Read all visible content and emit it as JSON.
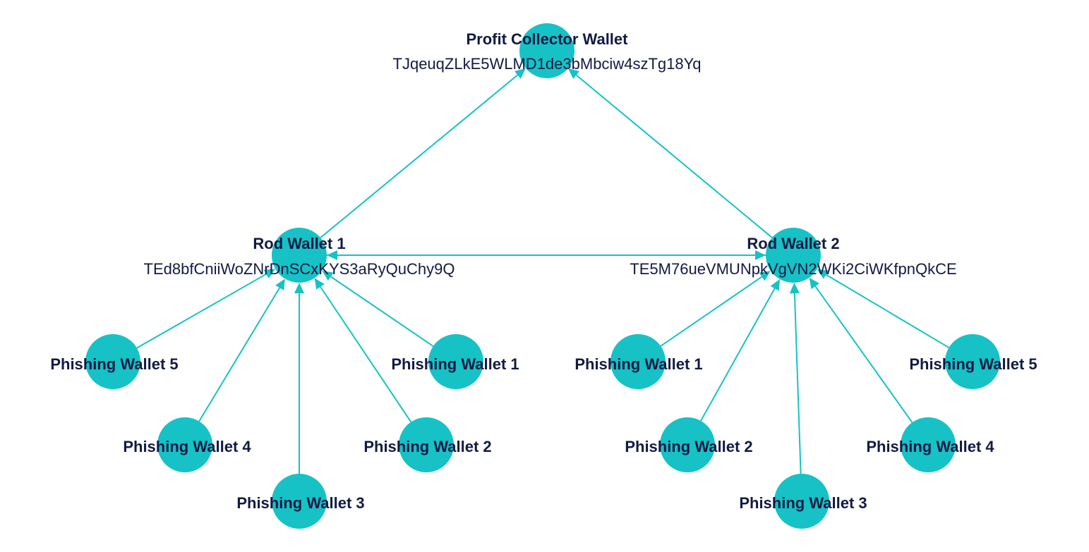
{
  "diagram": {
    "node_color": "#16c2c6",
    "text_color": "#121a44",
    "nodes": [
      {
        "id": "collector",
        "name": "Profit Collector Wallet",
        "address": "TJqeuqZLkE5WLMD1de3bMbciw4szTg18Yq"
      },
      {
        "id": "rod1",
        "name": "Rod Wallet 1",
        "address": "TEd8bfCniiWoZNrDnSCxKYS3aRyQuChy9Q"
      },
      {
        "id": "rod2",
        "name": "Rod Wallet 2",
        "address": "TE5M76ueVMUNpkVgVN2WKi2CiWKfpnQkCE"
      },
      {
        "id": "l_p5",
        "name": "Phishing Wallet 5"
      },
      {
        "id": "l_p4",
        "name": "Phishing Wallet 4"
      },
      {
        "id": "l_p3",
        "name": "Phishing Wallet 3"
      },
      {
        "id": "l_p2",
        "name": "Phishing Wallet 2"
      },
      {
        "id": "l_p1",
        "name": "Phishing Wallet 1"
      },
      {
        "id": "r_p1",
        "name": "Phishing Wallet 1"
      },
      {
        "id": "r_p2",
        "name": "Phishing Wallet 2"
      },
      {
        "id": "r_p3",
        "name": "Phishing Wallet 3"
      },
      {
        "id": "r_p4",
        "name": "Phishing Wallet 4"
      },
      {
        "id": "r_p5",
        "name": "Phishing Wallet 5"
      }
    ],
    "edges": [
      {
        "from": "rod1",
        "to": "collector"
      },
      {
        "from": "rod2",
        "to": "collector"
      },
      {
        "from": "rod1",
        "to": "rod2"
      },
      {
        "from": "rod2",
        "to": "rod1"
      },
      {
        "from": "l_p5",
        "to": "rod1"
      },
      {
        "from": "l_p4",
        "to": "rod1"
      },
      {
        "from": "l_p3",
        "to": "rod1"
      },
      {
        "from": "l_p2",
        "to": "rod1"
      },
      {
        "from": "l_p1",
        "to": "rod1"
      },
      {
        "from": "r_p1",
        "to": "rod2"
      },
      {
        "from": "r_p2",
        "to": "rod2"
      },
      {
        "from": "r_p3",
        "to": "rod2"
      },
      {
        "from": "r_p4",
        "to": "rod2"
      },
      {
        "from": "r_p5",
        "to": "rod2"
      }
    ]
  }
}
